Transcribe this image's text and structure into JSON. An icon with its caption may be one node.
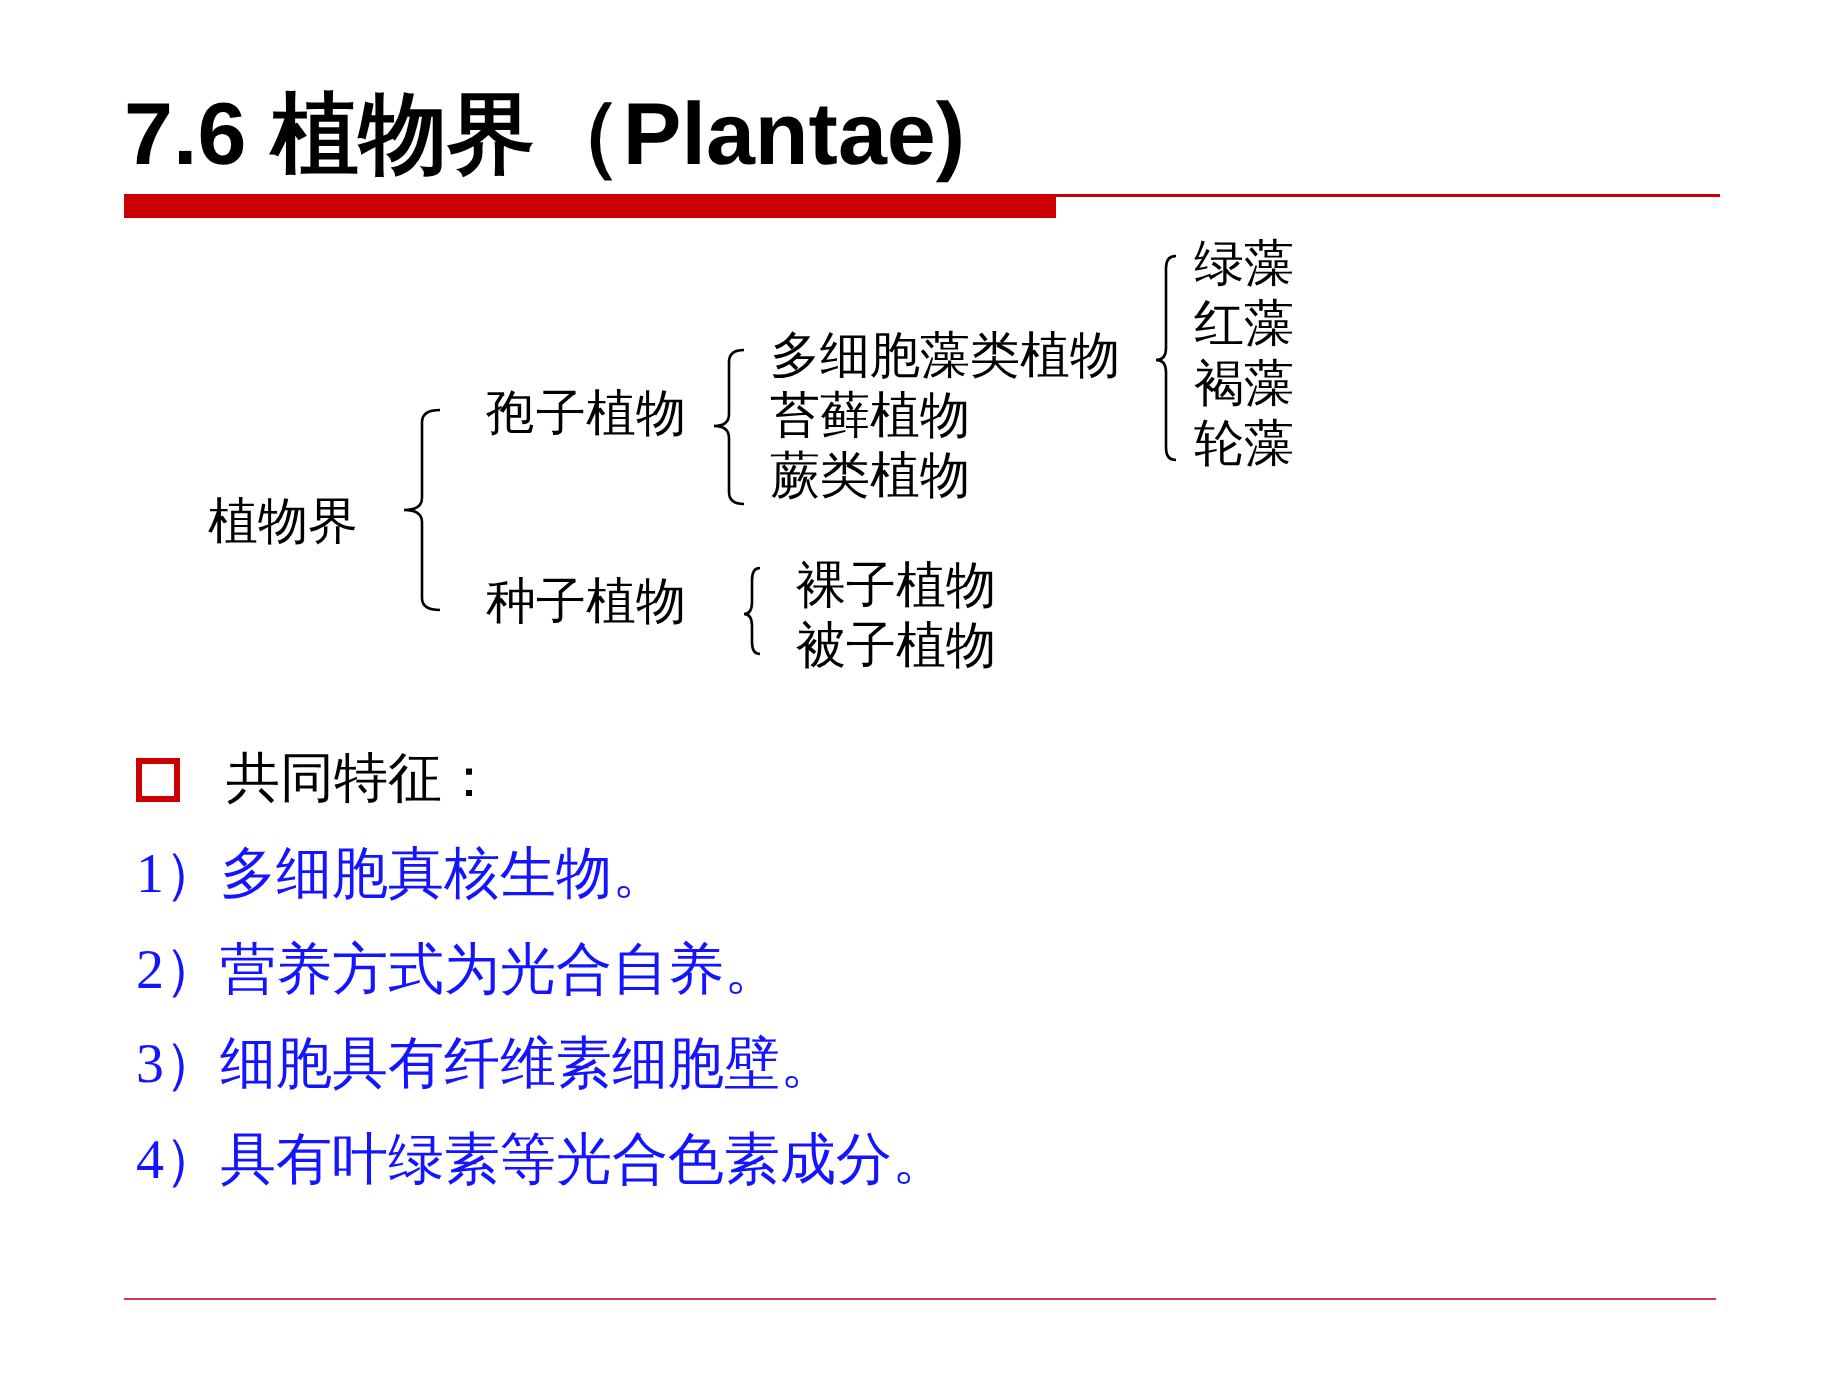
{
  "diagram": {
    "title": "7.6 植物界（Plantae)",
    "labels": [
      "植物界",
      "孢子植物",
      "多细胞藻类植物",
      "绿藻",
      "红藻",
      "褐藻",
      "轮藻",
      "苔藓植物",
      "蕨类植物",
      "种子植物",
      "裸子植物",
      "被子植物",
      "共同特征：",
      "1）多细胞真核生物。",
      "2）营养方式为光合自养。",
      "3）细胞具有纤维素细胞壁。",
      "4）具有叶绿素等光合色素成分。"
    ]
  }
}
